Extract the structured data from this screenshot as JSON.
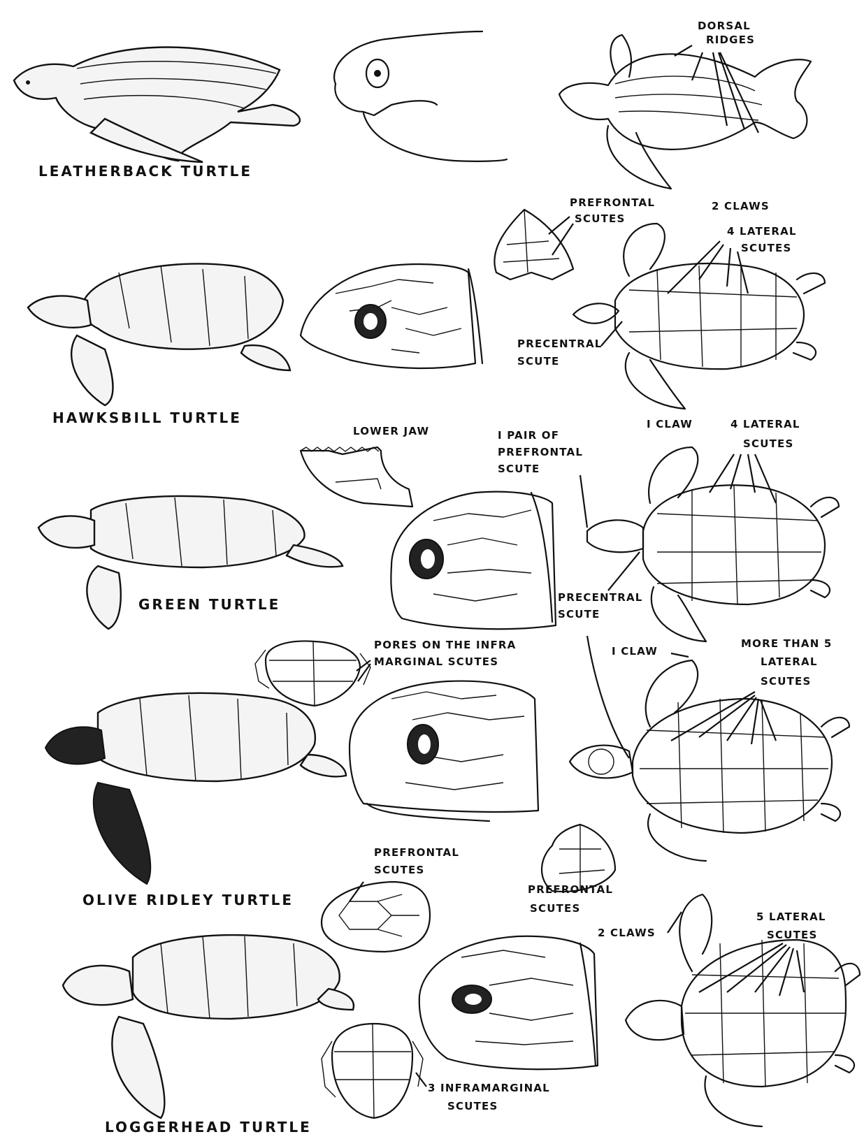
{
  "species": [
    {
      "name": "LEATHERBACK TURTLE"
    },
    {
      "name": "HAWKSBILL TURTLE"
    },
    {
      "name": "GREEN TURTLE"
    },
    {
      "name": "OLIVE RIDLEY TURTLE"
    },
    {
      "name": "LOGGERHEAD TURTLE"
    }
  ],
  "labels": {
    "dorsal_ridges": [
      "DORSAL",
      "RIDGES"
    ],
    "hawksbill_prefrontal": [
      "PREFRONTAL",
      "SCUTES"
    ],
    "hawksbill_claws": "2 CLAWS",
    "hawksbill_lateral": [
      "4 LATERAL",
      "SCUTES"
    ],
    "hawksbill_precentral": [
      "PRECENTRAL",
      "SCUTE"
    ],
    "lower_jaw": "LOWER JAW",
    "green_prefrontal": [
      "I PAIR OF",
      "PREFRONTAL",
      "SCUTE"
    ],
    "green_claw": "I CLAW",
    "green_lateral": [
      "4 LATERAL",
      "SCUTES"
    ],
    "green_precentral": [
      "PRECENTRAL",
      "SCUTE"
    ],
    "ridley_pores": [
      "PORES ON THE INFRA",
      "MARGINAL SCUTES"
    ],
    "ridley_claw": "I CLAW",
    "ridley_lateral": [
      "MORE THAN 5",
      "LATERAL",
      "SCUTES"
    ],
    "ridley_prefrontal": [
      "PREFRONTAL",
      "SCUTES"
    ],
    "loggerhead_prefrontal": [
      "PREFRONTAL",
      "SCUTES"
    ],
    "loggerhead_claws": "2 CLAWS",
    "loggerhead_lateral": [
      "5 LATERAL",
      "SCUTES"
    ],
    "loggerhead_inframarginal": [
      "3 INFRAMARGINAL",
      "SCUTES"
    ]
  }
}
